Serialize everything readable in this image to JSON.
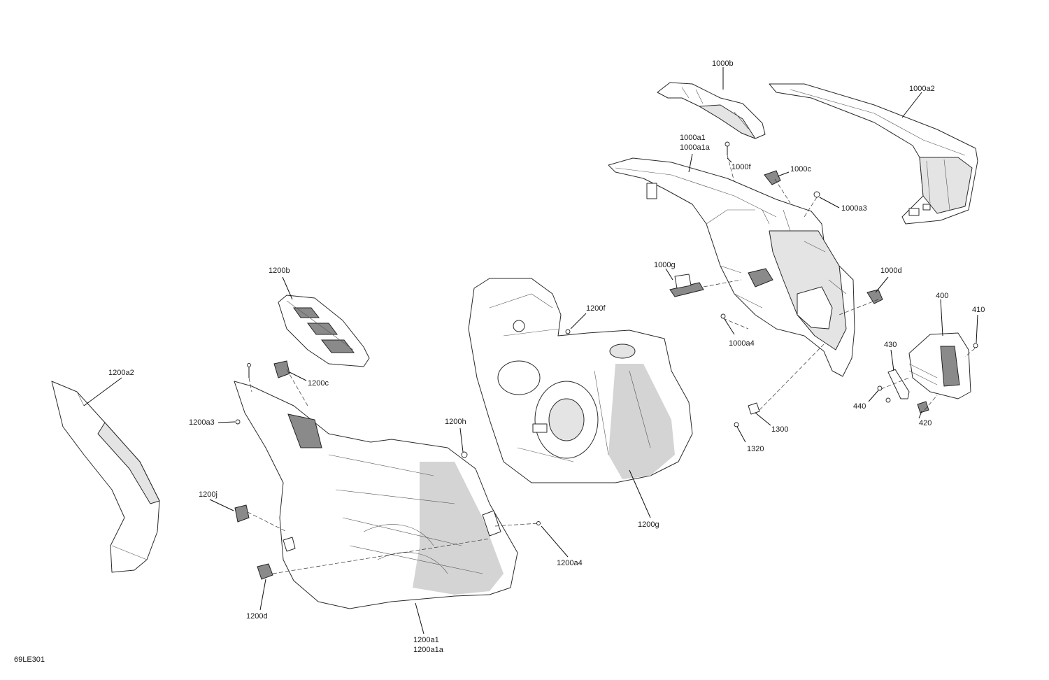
{
  "figure_code": "69LE301",
  "callouts": {
    "c1000b": "1000b",
    "c1000a2": "1000a2",
    "c1000a1": "1000a1",
    "c1000a1a": "1000a1a",
    "c1000f": "1000f",
    "c1000c": "1000c",
    "c1000a3": "1000a3",
    "c1000g": "1000g",
    "c1000d": "1000d",
    "c1000a4": "1000a4",
    "c400": "400",
    "c410": "410",
    "c430": "430",
    "c440": "440",
    "c420": "420",
    "c1300": "1300",
    "c1320": "1320",
    "c1200b": "1200b",
    "c1200f": "1200f",
    "c1200c": "1200c",
    "c1200a2": "1200a2",
    "c1200a3": "1200a3",
    "c1200h": "1200h",
    "c1200j": "1200j",
    "c1200g": "1200g",
    "c1200a4": "1200a4",
    "c1200d": "1200d",
    "c1200a1": "1200a1",
    "c1200a1a": "1200a1a"
  }
}
